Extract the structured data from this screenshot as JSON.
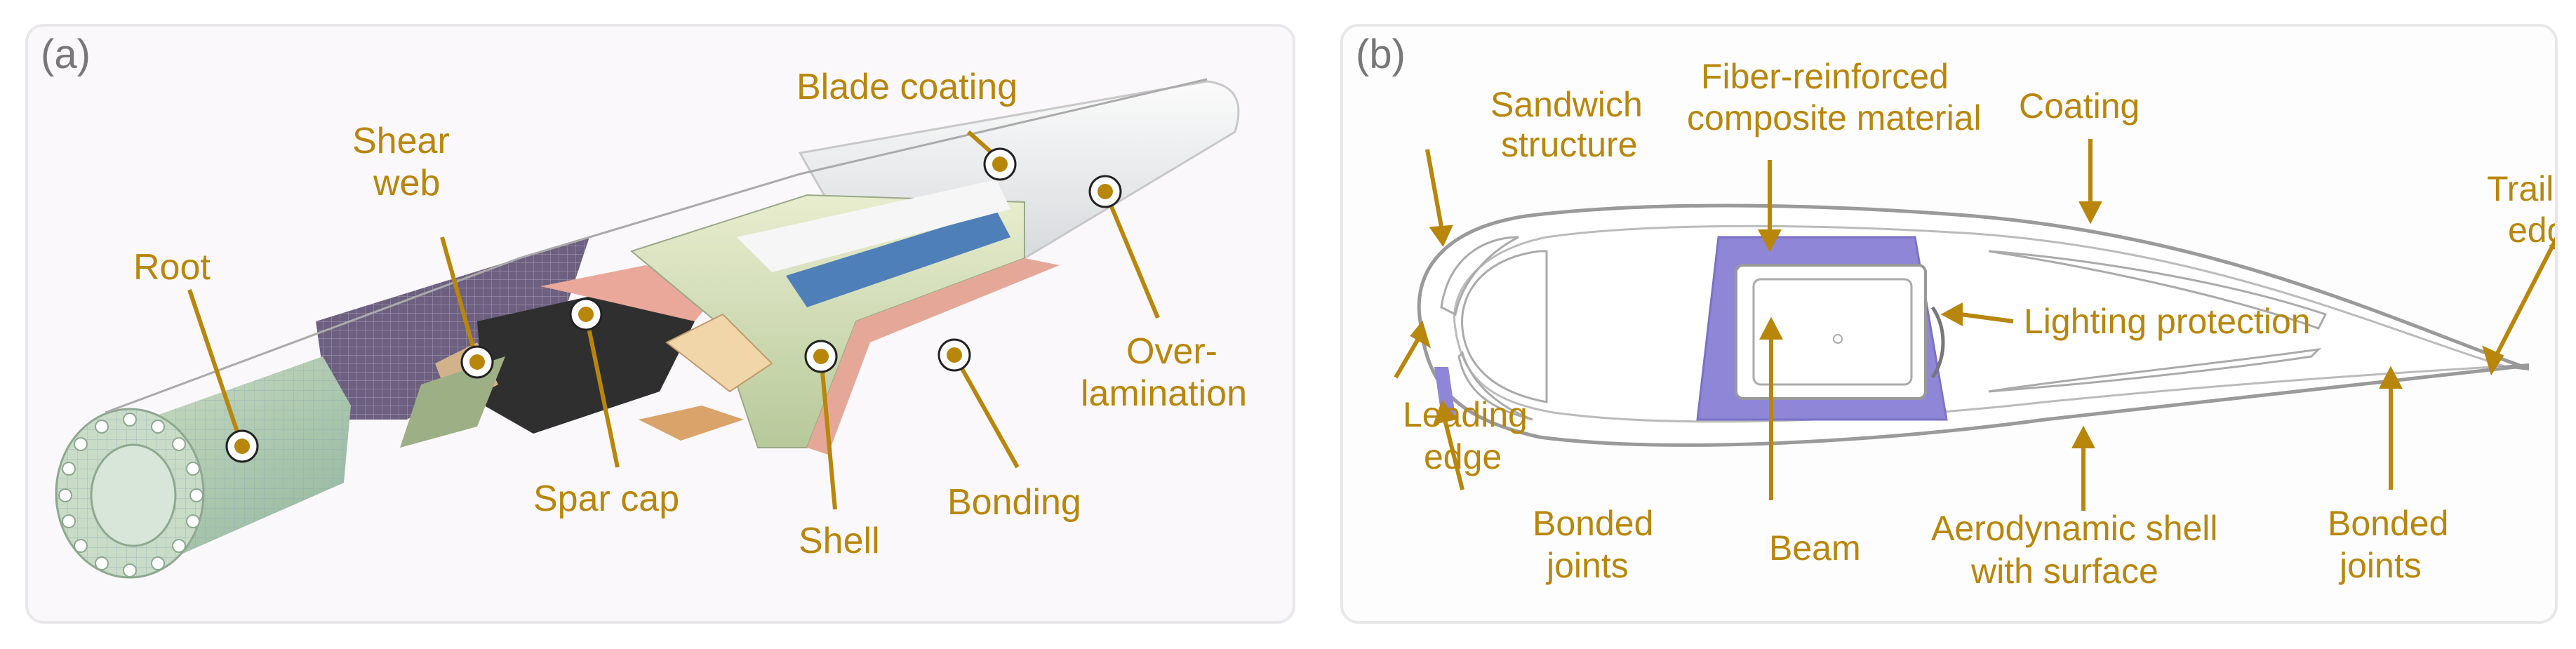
{
  "panel_a": {
    "label": "(a)",
    "labels": {
      "root": "Root",
      "shear_web_1": "Shear",
      "shear_web_2": "web",
      "spar_cap": "Spar cap",
      "shell": "Shell",
      "bonding": "Bonding",
      "blade_coating": "Blade coating",
      "overlam_1": "Over-",
      "overlam_2": "lamination"
    }
  },
  "panel_b": {
    "label": "(b)",
    "labels": {
      "sandwich_1": "Sandwich",
      "sandwich_2": "structure",
      "fiber_1": "Fiber-reinforced",
      "fiber_2": "composite material",
      "coating": "Coating",
      "trailing_1": "Trailing",
      "trailing_2": "edge",
      "lighting": "Lighting protection",
      "leading_1": "Leading",
      "leading_2": "edge",
      "bonded_left_1": "Bonded",
      "bonded_left_2": "joints",
      "beam": "Beam",
      "aero_1": "Aerodynamic shell",
      "aero_2": "with surface",
      "bonded_right_1": "Bonded",
      "bonded_right_2": "joints"
    }
  },
  "colors": {
    "accent": "#b8860b",
    "beam_fill": "#8f86d8",
    "spar_blue": "#4f7fb8"
  }
}
